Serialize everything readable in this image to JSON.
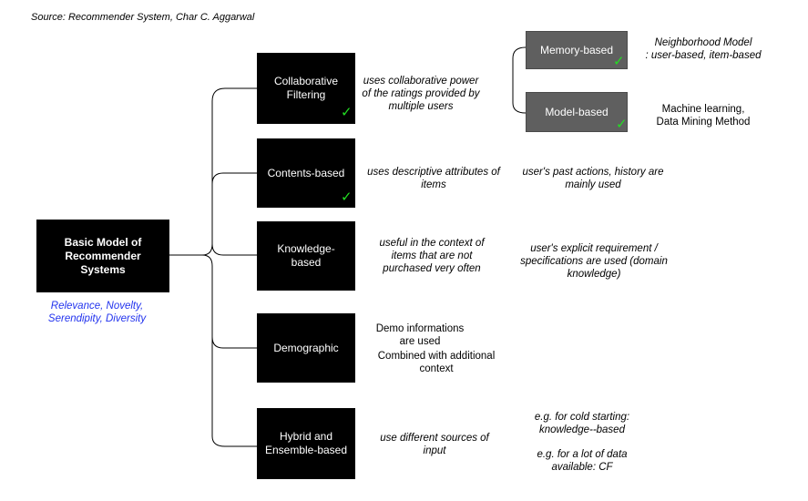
{
  "source": "Source: Recommender System, Char C. Aggarwal",
  "root": {
    "label": "Basic Model of Recommender Systems",
    "goals": "Relevance, Novelty, Serendipity, Diversity"
  },
  "check_symbol": "✓",
  "branches": {
    "collaborative": {
      "label": "Collaborative Filtering",
      "checked": true,
      "description": "uses collaborative power of the ratings provided by multiple users"
    },
    "contents": {
      "label": "Contents-based",
      "checked": true,
      "description": "uses descriptive attributes of items",
      "note": "user's past actions, history are mainly used"
    },
    "knowledge": {
      "label": "Knowledge-based",
      "description": "useful in the context of items that are not purchased very often",
      "note": "user's explicit requirement / specifications are used (domain knowledge)"
    },
    "demographic": {
      "label": "Demographic",
      "description_line1": "Demo informations are used",
      "description_line2": "Combined with additional context"
    },
    "hybrid": {
      "label": "Hybrid and Ensemble-based",
      "description": "use different sources of input",
      "note1": "e.g. for cold starting: knowledge--based",
      "note2": "e.g. for a lot of data available: CF"
    }
  },
  "cf_subtypes": {
    "memory": {
      "label": "Memory-based",
      "checked": true,
      "note_line1": "Neighborhood Model",
      "note_line2": ": user-based, item-based"
    },
    "model": {
      "label": "Model-based",
      "checked": true,
      "note_line1": "Machine learning,",
      "note_line2": "Data Mining Method"
    }
  },
  "colors": {
    "box": "#000000",
    "grey_box": "#5f5f5f",
    "check": "#22dd22",
    "goals_text": "#2233ee"
  }
}
